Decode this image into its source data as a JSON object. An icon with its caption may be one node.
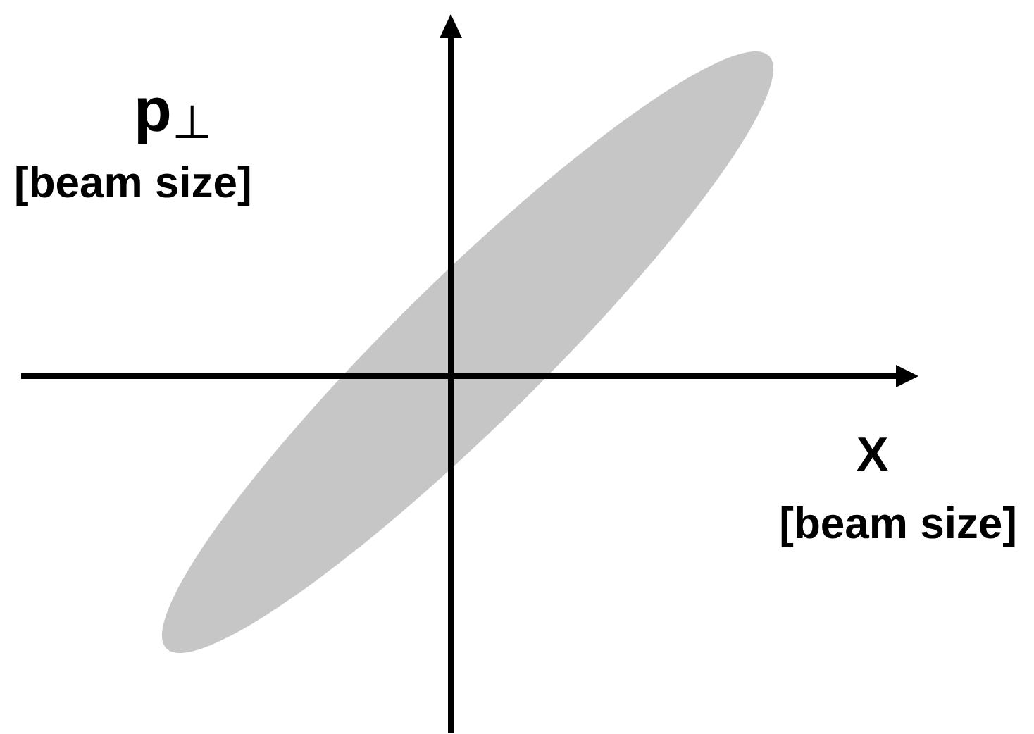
{
  "diagram": {
    "labels": [
      "p$_{⊥}$",
      "[beam size]",
      "X",
      "[beam size]"
    ]
  }
}
